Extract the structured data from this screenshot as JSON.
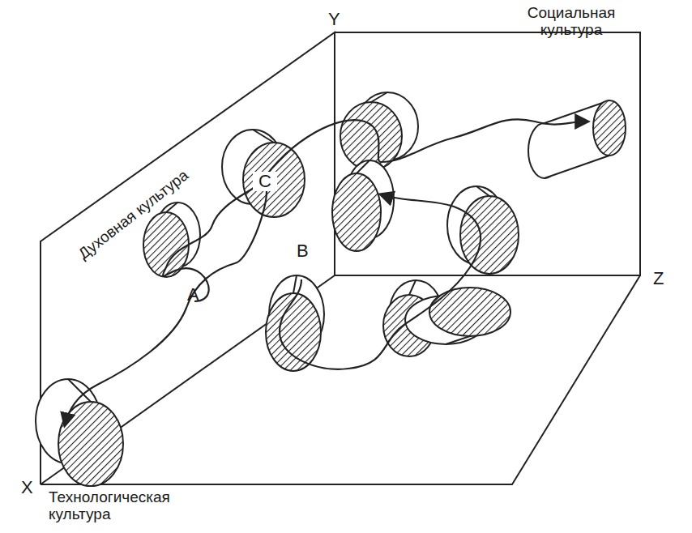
{
  "diagram": {
    "labels": [
      "Y",
      "Социальная культура",
      "Духовная культура",
      "C",
      "A",
      "B",
      "Z",
      "X",
      "Технологическая культура"
    ]
  }
}
